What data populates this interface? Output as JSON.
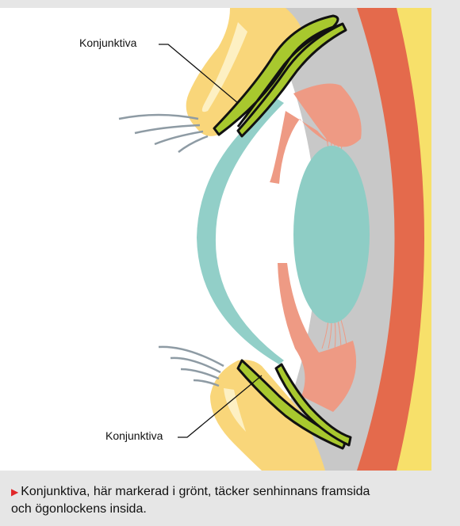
{
  "labels": {
    "top": "Konjunktiva",
    "bottom": "Konjunktiva"
  },
  "caption": {
    "marker": "▶",
    "line1": "Konjunktiva, här markerad i grönt, täcker senhinnans framsida",
    "line2": "och ögonlockens insida."
  },
  "colors": {
    "background": "#e6e6e6",
    "panel": "#ffffff",
    "eyelid_skin": "#f9d67a",
    "eyelid_highlight": "#fdf0c3",
    "conjunctiva": "#a8c82e",
    "cornea": "#92cfc8",
    "lens": "#8ecdc5",
    "iris": "#ee9a84",
    "sclera_gray": "#c8c8c8",
    "red_layer": "#e46a4c",
    "yellow_layer": "#f7e06a",
    "eyelash": "#8e9ba4"
  }
}
